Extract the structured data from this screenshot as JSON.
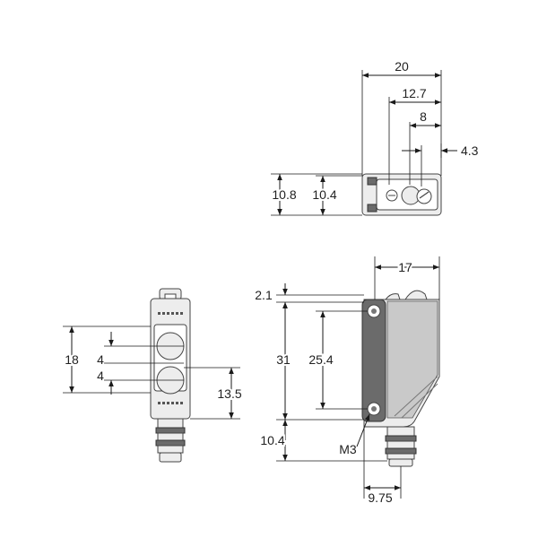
{
  "top_view": {
    "dims": {
      "width_20": "20",
      "width_12_7": "12.7",
      "width_8": "8",
      "width_4_3": "4.3",
      "height_10_8": "10.8",
      "height_10_4": "10.4"
    }
  },
  "front_view": {
    "dims": {
      "height_18": "18",
      "lens_4a": "4",
      "lens_4b": "4",
      "height_13_5": "13.5"
    }
  },
  "side_view": {
    "dims": {
      "width_17": "17",
      "offset_2_1": "2.1",
      "height_31": "31",
      "hole_25_4": "25.4",
      "connector_10_4": "10.4",
      "screw_m3": "M3",
      "width_9_75": "9.75"
    }
  },
  "colors": {
    "line": "#1a1a1a",
    "body_fill": "#d9d9d9",
    "dark_fill": "#6b6b6b"
  }
}
